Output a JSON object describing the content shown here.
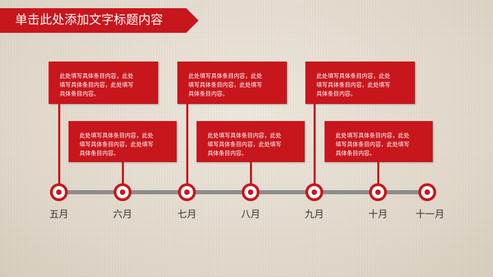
{
  "title": "单击此处添加文字标题内容",
  "placeholder": {
    "line1": "此处填写具体条目内容，此处",
    "line2": "填写具体条目内容，此处填写",
    "line3": "具体条目内容。"
  },
  "months": [
    "五月",
    "六月",
    "七月",
    "八月",
    "九月",
    "十月",
    "十一月"
  ]
}
